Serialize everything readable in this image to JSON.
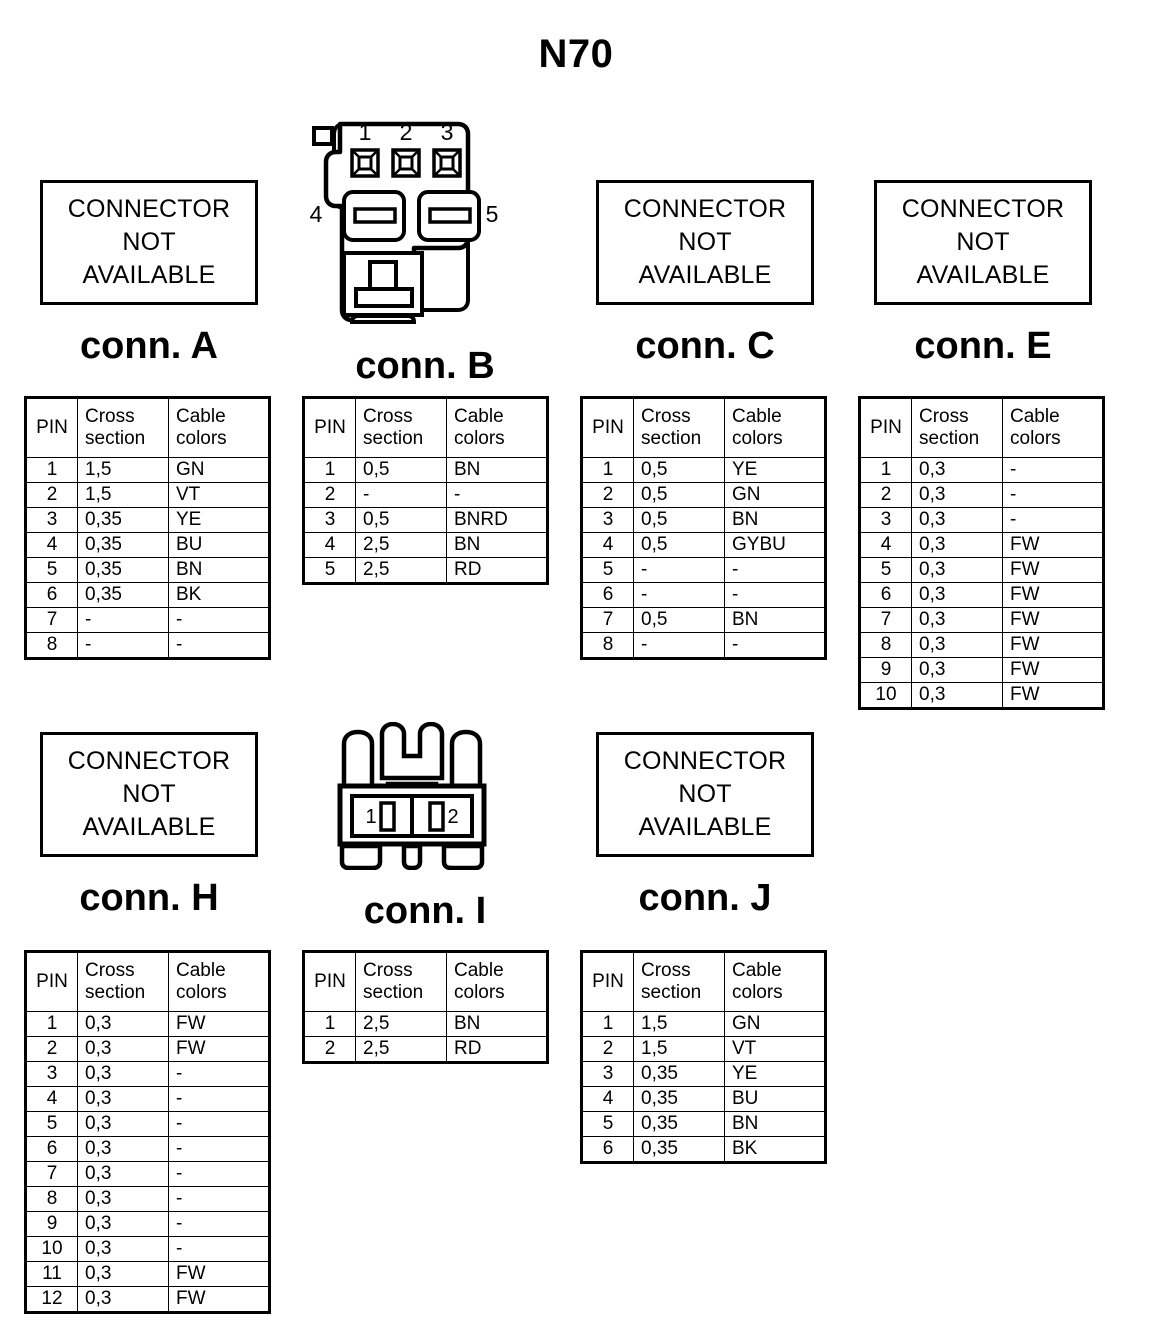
{
  "title": "N70",
  "placeholder": {
    "line1": "CONNECTOR",
    "line2": "NOT",
    "line3": "AVAILABLE"
  },
  "table_headers": {
    "pin": "PIN",
    "cross_1": "Cross",
    "cross_2": "section",
    "colors_1": "Cable",
    "colors_2": "colors"
  },
  "connectors": [
    {
      "id": "A",
      "label": "conn. A",
      "art": "not-available",
      "rows": [
        {
          "pin": "1",
          "cross": "1,5",
          "color": "GN"
        },
        {
          "pin": "2",
          "cross": "1,5",
          "color": "VT"
        },
        {
          "pin": "3",
          "cross": "0,35",
          "color": "YE"
        },
        {
          "pin": "4",
          "cross": "0,35",
          "color": "BU"
        },
        {
          "pin": "5",
          "cross": "0,35",
          "color": "BN"
        },
        {
          "pin": "6",
          "cross": "0,35",
          "color": "BK"
        },
        {
          "pin": "7",
          "cross": "-",
          "color": "-"
        },
        {
          "pin": "8",
          "cross": "-",
          "color": "-"
        }
      ]
    },
    {
      "id": "B",
      "label": "conn. B",
      "art": "connector-b-5pin",
      "art_pins": [
        "1",
        "2",
        "3",
        "4",
        "5"
      ],
      "rows": [
        {
          "pin": "1",
          "cross": "0,5",
          "color": "BN"
        },
        {
          "pin": "2",
          "cross": "-",
          "color": "-"
        },
        {
          "pin": "3",
          "cross": "0,5",
          "color": "BNRD"
        },
        {
          "pin": "4",
          "cross": "2,5",
          "color": "BN"
        },
        {
          "pin": "5",
          "cross": "2,5",
          "color": "RD"
        }
      ]
    },
    {
      "id": "C",
      "label": "conn. C",
      "art": "not-available",
      "rows": [
        {
          "pin": "1",
          "cross": "0,5",
          "color": "YE"
        },
        {
          "pin": "2",
          "cross": "0,5",
          "color": "GN"
        },
        {
          "pin": "3",
          "cross": "0,5",
          "color": "BN"
        },
        {
          "pin": "4",
          "cross": "0,5",
          "color": "GYBU"
        },
        {
          "pin": "5",
          "cross": "-",
          "color": "-"
        },
        {
          "pin": "6",
          "cross": "-",
          "color": "-"
        },
        {
          "pin": "7",
          "cross": "0,5",
          "color": "BN"
        },
        {
          "pin": "8",
          "cross": "-",
          "color": "-"
        }
      ]
    },
    {
      "id": "E",
      "label": "conn. E",
      "art": "not-available",
      "rows": [
        {
          "pin": "1",
          "cross": "0,3",
          "color": "-"
        },
        {
          "pin": "2",
          "cross": "0,3",
          "color": "-"
        },
        {
          "pin": "3",
          "cross": "0,3",
          "color": "-"
        },
        {
          "pin": "4",
          "cross": "0,3",
          "color": "FW"
        },
        {
          "pin": "5",
          "cross": "0,3",
          "color": "FW"
        },
        {
          "pin": "6",
          "cross": "0,3",
          "color": "FW"
        },
        {
          "pin": "7",
          "cross": "0,3",
          "color": "FW"
        },
        {
          "pin": "8",
          "cross": "0,3",
          "color": "FW"
        },
        {
          "pin": "9",
          "cross": "0,3",
          "color": "FW"
        },
        {
          "pin": "10",
          "cross": "0,3",
          "color": "FW"
        }
      ]
    },
    {
      "id": "H",
      "label": "conn. H",
      "art": "not-available",
      "rows": [
        {
          "pin": "1",
          "cross": "0,3",
          "color": "FW"
        },
        {
          "pin": "2",
          "cross": "0,3",
          "color": "FW"
        },
        {
          "pin": "3",
          "cross": "0,3",
          "color": "-"
        },
        {
          "pin": "4",
          "cross": "0,3",
          "color": "-"
        },
        {
          "pin": "5",
          "cross": "0,3",
          "color": "-"
        },
        {
          "pin": "6",
          "cross": "0,3",
          "color": "-"
        },
        {
          "pin": "7",
          "cross": "0,3",
          "color": "-"
        },
        {
          "pin": "8",
          "cross": "0,3",
          "color": "-"
        },
        {
          "pin": "9",
          "cross": "0,3",
          "color": "-"
        },
        {
          "pin": "10",
          "cross": "0,3",
          "color": "-"
        },
        {
          "pin": "11",
          "cross": "0,3",
          "color": "FW"
        },
        {
          "pin": "12",
          "cross": "0,3",
          "color": "FW"
        }
      ]
    },
    {
      "id": "I",
      "label": "conn. I",
      "art": "connector-i-2pin",
      "art_pins": [
        "1",
        "2"
      ],
      "rows": [
        {
          "pin": "1",
          "cross": "2,5",
          "color": "BN"
        },
        {
          "pin": "2",
          "cross": "2,5",
          "color": "RD"
        }
      ]
    },
    {
      "id": "J",
      "label": "conn. J",
      "art": "not-available",
      "rows": [
        {
          "pin": "1",
          "cross": "1,5",
          "color": "GN"
        },
        {
          "pin": "2",
          "cross": "1,5",
          "color": "VT"
        },
        {
          "pin": "3",
          "cross": "0,35",
          "color": "YE"
        },
        {
          "pin": "4",
          "cross": "0,35",
          "color": "BU"
        },
        {
          "pin": "5",
          "cross": "0,35",
          "color": "BN"
        },
        {
          "pin": "6",
          "cross": "0,35",
          "color": "BK"
        }
      ]
    }
  ]
}
